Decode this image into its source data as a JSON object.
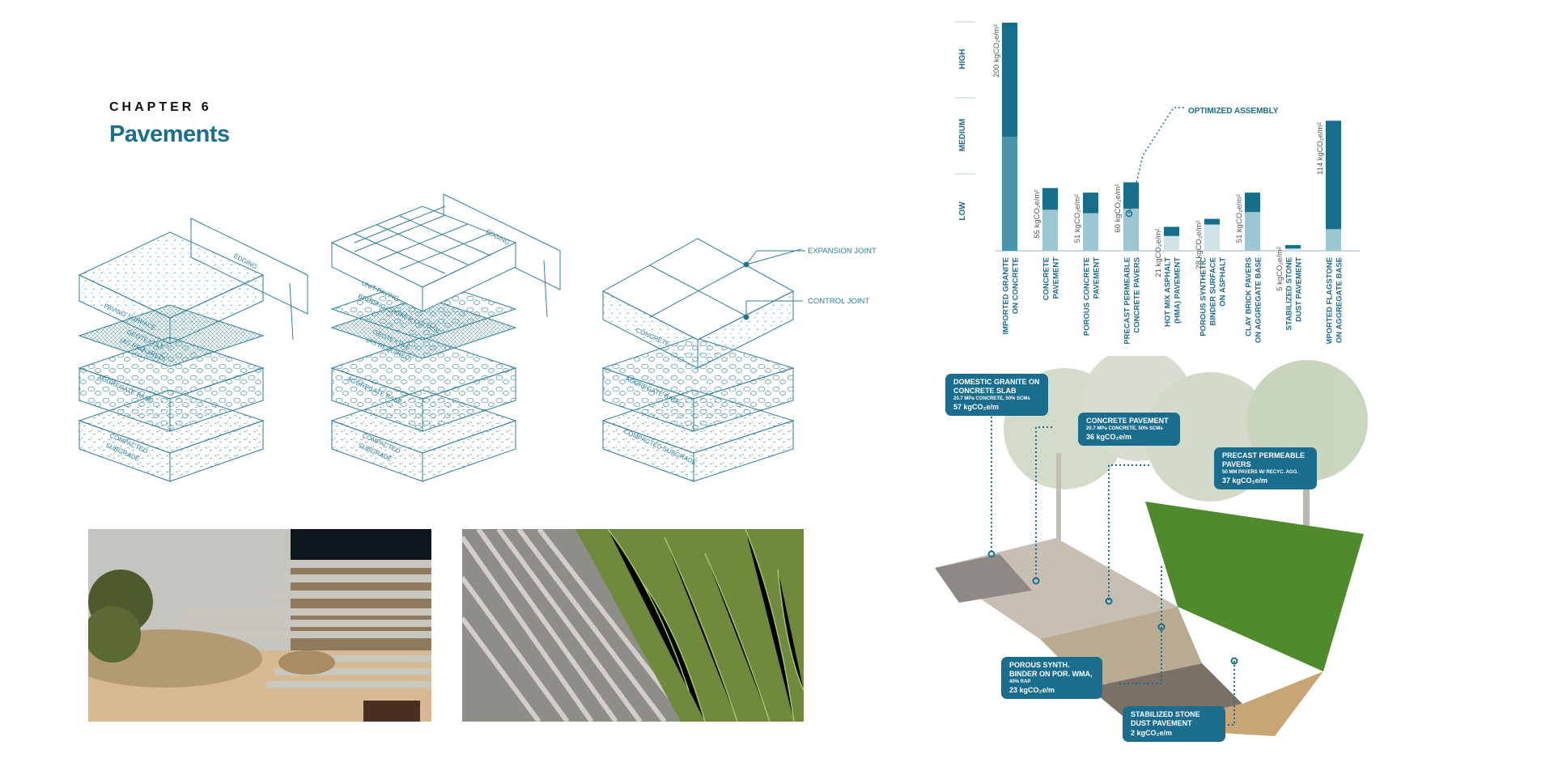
{
  "header": {
    "chapter": "CHAPTER 6",
    "title": "Pavements"
  },
  "diagrams": {
    "granite": {
      "edging": "EDGING",
      "surface": "PAVING SURFACE",
      "geotextile": "GEOTEXTILE",
      "geotextile_note": "(AS REQUIRED)",
      "aggregate": "AGGREGATE BASE",
      "subgrade_1": "COMPACTED",
      "subgrade_2": "SUBGRADE"
    },
    "pavers": {
      "edging": "EDGING",
      "unit_paving": "UNIT PAVING",
      "bedding": "BEDDING/CHOKER COURSE",
      "geotextile": "GEOTEXTILE",
      "geotextile_note": "(AS REQUIRED)",
      "aggregate": "AGGREGATE BASE",
      "subgrade_1": "COMPACTED",
      "subgrade_2": "SUBGRADE"
    },
    "concrete": {
      "expansion": "EXPANSION JOINT",
      "control": "CONTROL JOINT",
      "concrete": "CONCRETE",
      "aggregate": "AGGREGATE BASE",
      "subgrade": "COMPACTED SUBGRADE"
    }
  },
  "chart_data": {
    "type": "bar",
    "ylabels": [
      "HIGH",
      "MEDIUM",
      "LOW"
    ],
    "annotation": "OPTIMIZED ASSEMBLY",
    "categories": [
      [
        "IMPORTED GRANITE",
        "ON CONCRETE"
      ],
      [
        "CONCRETE",
        "PAVEMENT"
      ],
      [
        "POROUS CONCRETE",
        "PAVEMENT"
      ],
      [
        "PRECAST PERMEABLE",
        "CONCRETE PAVERS"
      ],
      [
        "HOT MIX ASPHALT",
        "(HMA) PAVEMENT"
      ],
      [
        "POROUS SYNTHETIC",
        "BINDER SURFACE",
        "ON ASPHALT"
      ],
      [
        "CLAY BRICK PAVERS",
        "ON AGGREGATE BASE"
      ],
      [
        "STABILIZED STONE",
        "DUST PAVEMENT"
      ],
      [
        "IMPORTED FLAGSTONE",
        "ON AGGREGATE BASE"
      ]
    ],
    "value_labels": [
      "200 kgCO₂e/m²",
      "55 kgCO₂e/m²",
      "51 kgCO₂e/m²",
      "60 kgCO₂e/m²",
      "21 kgCO₂e/m²",
      "28 kgCO₂e/m²",
      "51 kgCO₂e/m²",
      "5 kgCO₂e/m²",
      "114 kgCO₂e/m²"
    ],
    "totals": [
      200,
      55,
      51,
      60,
      21,
      28,
      51,
      5,
      114
    ],
    "optimized": [
      100,
      36,
      33,
      37,
      13,
      23,
      34,
      2,
      19
    ],
    "shades": [
      "mid",
      "light",
      "light",
      "light",
      "pale",
      "pale",
      "light",
      "pale",
      "light"
    ]
  },
  "render": {
    "callouts": [
      {
        "title": "DOMESTIC GRANITE ON CONCRETE SLAB",
        "sub": "20.7 MPa CONCRETE, 50% SCMs",
        "value": "57",
        "unit": "kgCO₂e/m"
      },
      {
        "title": "CONCRETE PAVEMENT",
        "sub": "20.7 MPa CONCRETE, 50% SCMs",
        "value": "36",
        "unit": "kgCO₂e/m"
      },
      {
        "title": "PRECAST PERMEABLE PAVERS",
        "sub": "50 MM PAVERS W/ RECYC. AGG.",
        "value": "37",
        "unit": "kgCO₂e/m"
      },
      {
        "title": "POROUS SYNTH. BINDER ON POR. WMA,",
        "sub": "40% RAP",
        "value": "23",
        "unit": "kgCO₂e/m"
      },
      {
        "title": "STABILIZED STONE DUST PAVEMENT",
        "sub": "",
        "value": "2",
        "unit": "kgCO₂e/m"
      }
    ]
  },
  "colors": {
    "dark": "#166e8b",
    "mid": "#4a94ab",
    "light": "#9dc6d3",
    "pale": "#cfe2e8",
    "line": "#3f8ba0"
  }
}
